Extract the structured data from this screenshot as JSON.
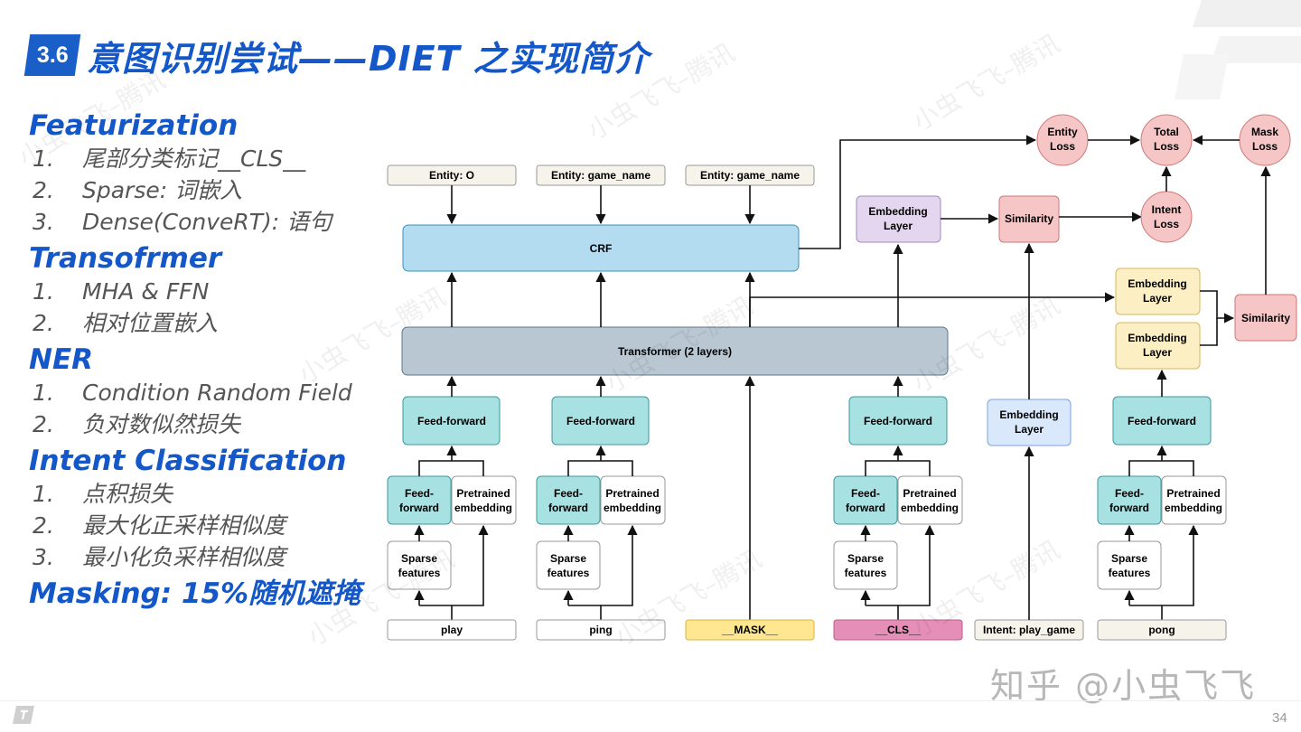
{
  "header": {
    "badge": "3.6",
    "title": "意图识别尝试——DIET 之实现简介"
  },
  "outline": [
    {
      "heading": "Featurization",
      "items": [
        {
          "num": "1.",
          "text": "尾部分类标记__CLS__"
        },
        {
          "num": "2.",
          "text": "Sparse: 词嵌入"
        },
        {
          "num": "3.",
          "text": "Dense(ConveRT): 语句"
        }
      ]
    },
    {
      "heading": "Transofrmer",
      "items": [
        {
          "num": "1.",
          "text": "MHA & FFN"
        },
        {
          "num": "2.",
          "text": "相对位置嵌入"
        }
      ]
    },
    {
      "heading": "NER",
      "items": [
        {
          "num": "1.",
          "text": "Condition Random Field"
        },
        {
          "num": "2.",
          "text": "负对数似然损失"
        }
      ]
    },
    {
      "heading": "Intent Classification",
      "items": [
        {
          "num": "1.",
          "text": "点积损失"
        },
        {
          "num": "2.",
          "text": "最大化正采样相似度"
        },
        {
          "num": "3.",
          "text": "最小化负采样相似度"
        }
      ]
    },
    {
      "heading": "Masking: 15%随机遮掩",
      "items": []
    }
  ],
  "diagram": {
    "entity_labels": [
      "Entity: O",
      "Entity: game_name",
      "Entity: game_name"
    ],
    "crf": "CRF",
    "transformer": "Transformer (2 layers)",
    "feed_forward": "Feed-forward",
    "feed": "Feed-",
    "forward": "forward",
    "pretrained": "Pretrained",
    "embedding": "embedding",
    "sparse": "Sparse",
    "features": "features",
    "tokens": [
      "play",
      "ping",
      "__MASK__",
      "__CLS__",
      "Intent: play_game",
      "pong"
    ],
    "embedding_layer_1": "Embedding",
    "embedding_layer_2": "Layer",
    "similarity": "Similarity",
    "entity_loss_1": "Entity",
    "entity_loss_2": "Loss",
    "total_loss_1": "Total",
    "total_loss_2": "Loss",
    "mask_loss_1": "Mask",
    "mask_loss_2": "Loss",
    "intent_loss_1": "Intent",
    "intent_loss_2": "Loss"
  },
  "watermark": "小虫飞飞–腾讯",
  "zhihu": "知乎 @小虫飞飞",
  "page_number": "34",
  "colors": {
    "brand": "#1357c8",
    "badge": "#1a5fc8"
  }
}
